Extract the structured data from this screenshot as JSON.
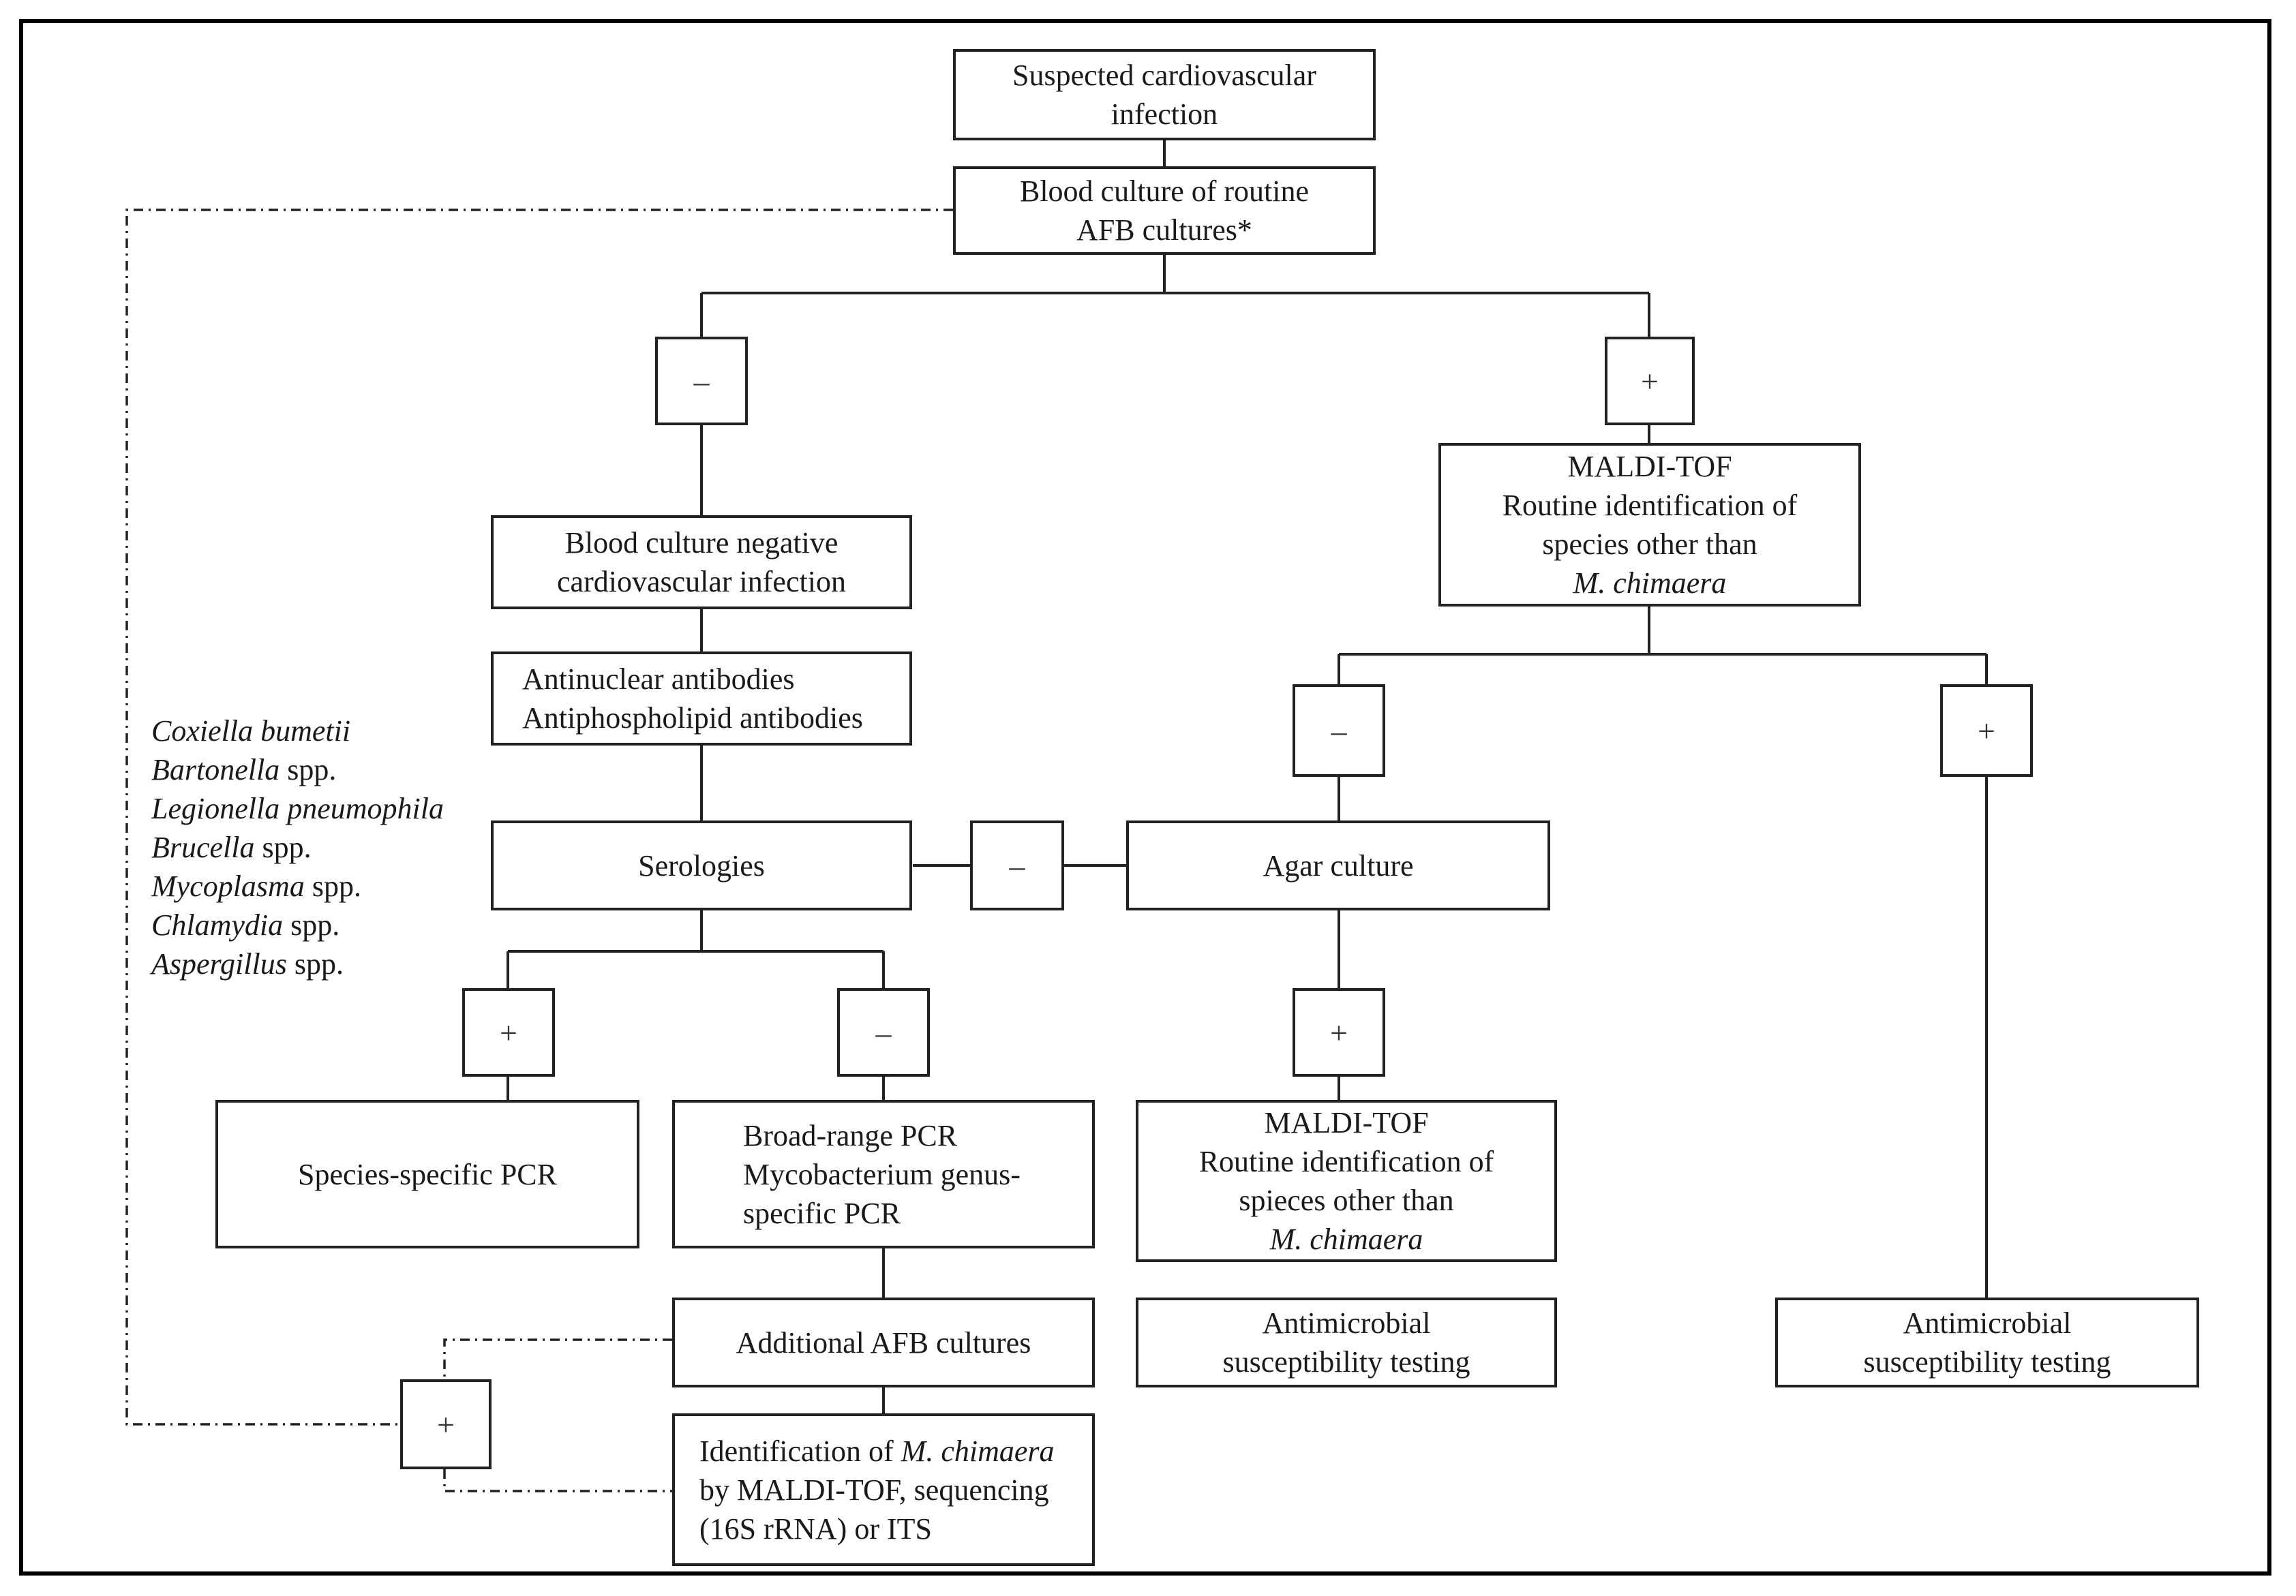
{
  "boxes": {
    "suspected": {
      "lines": [
        "Suspected cardiovascular",
        "infection"
      ]
    },
    "blood_culture": {
      "lines": [
        "Blood culture of routine",
        "AFB cultures*"
      ]
    },
    "neg_left": {
      "sign": "–"
    },
    "pos_right": {
      "sign": "+"
    },
    "maldi_top": {
      "lines": [
        "MALDI-TOF",
        "Routine identification of",
        "species other than"
      ],
      "italic_line": "M. chimaera"
    },
    "bcn": {
      "lines": [
        "Blood culture negative",
        "cardiovascular infection"
      ]
    },
    "antibodies": {
      "lines": [
        "Antinuclear antibodies",
        "Antiphospholipid antibodies"
      ]
    },
    "maldi_neg": {
      "sign": "–"
    },
    "maldi_pos": {
      "sign": "+"
    },
    "serologies": {
      "label": "Serologies"
    },
    "sero_agar_neg": {
      "sign": "–"
    },
    "agar": {
      "label": "Agar culture"
    },
    "sero_pos": {
      "sign": "+"
    },
    "sero_neg": {
      "sign": "–"
    },
    "agar_pos": {
      "sign": "+"
    },
    "species_pcr": {
      "label": "Species-specific PCR"
    },
    "broad_pcr": {
      "lines": [
        "Broad-range PCR",
        "Mycobacterium genus-",
        "specific PCR"
      ]
    },
    "maldi_bottom": {
      "lines": [
        "MALDI-TOF",
        "Routine identification of",
        "spieces other than"
      ],
      "italic_line": "M. chimaera"
    },
    "additional_afb": {
      "label": "Additional AFB cultures"
    },
    "ast_mid": {
      "lines": [
        "Antimicrobial",
        "susceptibility testing"
      ]
    },
    "ast_right": {
      "lines": [
        "Antimicrobial",
        "susceptibility testing"
      ]
    },
    "feedback_pos": {
      "sign": "+"
    },
    "identification": {
      "line1_prefix": "Identification of ",
      "line1_italic": "M. chimaera",
      "line2": "by MALDI-TOF, sequencing",
      "line3": "(16S rRNA) or ITS"
    }
  },
  "species_list": [
    {
      "italic": "Coxiella bumetii",
      "suffix": ""
    },
    {
      "italic": "Bartonella",
      "suffix": " spp."
    },
    {
      "italic": "Legionella pneumophila",
      "suffix": ""
    },
    {
      "italic": "Brucella",
      "suffix": " spp."
    },
    {
      "italic": "Mycoplasma",
      "suffix": " spp."
    },
    {
      "italic": "Chlamydia",
      "suffix": " spp."
    },
    {
      "italic": "Aspergillus",
      "suffix": " spp."
    }
  ]
}
